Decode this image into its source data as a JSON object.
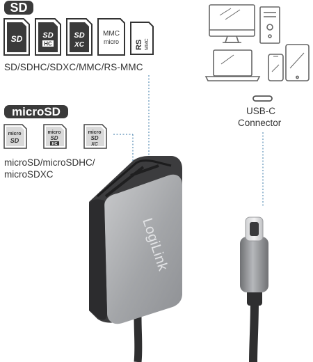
{
  "sd_section": {
    "badge": "SD",
    "cards": [
      {
        "icon": "sd-card-icon",
        "logo": "SD",
        "sub": ""
      },
      {
        "icon": "sdhc-card-icon",
        "logo": "SD",
        "sub": "HC"
      },
      {
        "icon": "sdxc-card-icon",
        "logo": "SD",
        "sub": "XC"
      },
      {
        "icon": "mmc-card-icon",
        "logo": "MMC",
        "sub": "micro"
      },
      {
        "icon": "rs-mmc-card-icon",
        "logo": "RS",
        "sub": "MMC"
      }
    ],
    "caption": "SD/SDHC/SDXC/MMC/RS-MMC"
  },
  "microsd_section": {
    "badge": "microSD",
    "cards": [
      {
        "icon": "microsd-card-icon",
        "logo": "micro",
        "sub": "SD"
      },
      {
        "icon": "microsdhc-card-icon",
        "logo": "micro",
        "sub": "HC"
      },
      {
        "icon": "microsdxc-card-icon",
        "logo": "micro",
        "sub": "XC"
      }
    ],
    "caption_line1": "microSD/microSDHC/",
    "caption_line2": "microSDXC"
  },
  "devices": {
    "icons": [
      "desktop-monitor-icon",
      "pc-tower-icon",
      "laptop-icon",
      "smartphone-icon",
      "tablet-icon"
    ]
  },
  "connector": {
    "label_line1": "USB-C",
    "label_line2": "Connector"
  },
  "product": {
    "brand": "LogiLink"
  },
  "colors": {
    "badge": "#3a3a3a",
    "dash": "#5b8fb6",
    "housing_silver": "#a8aaad",
    "housing_dark": "#3c3c3e",
    "cable": "#2f2f30"
  }
}
